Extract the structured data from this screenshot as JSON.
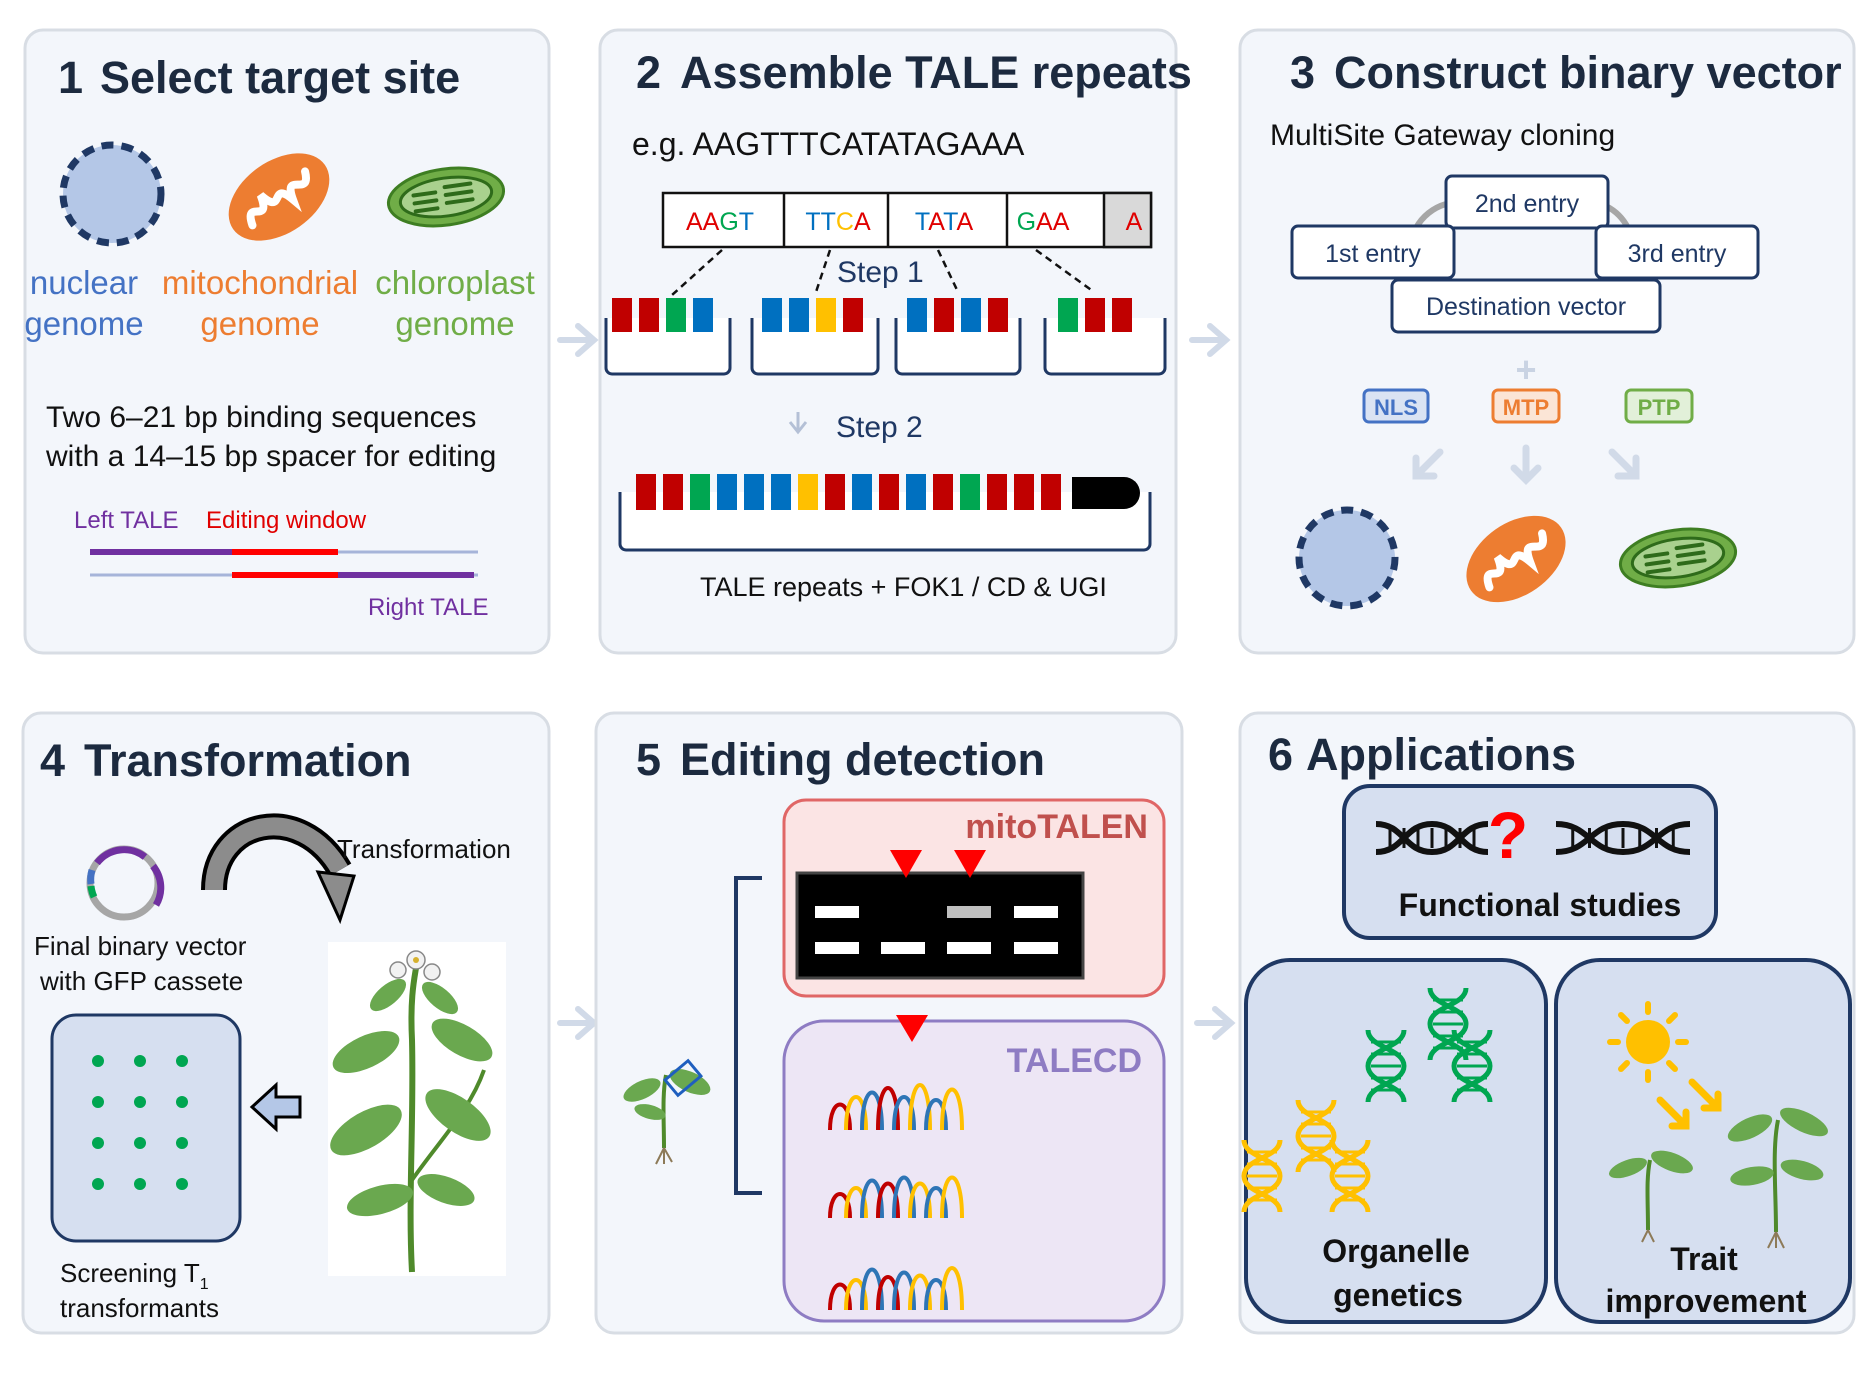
{
  "colors": {
    "panel_fill": "#f3f6fb",
    "panel_stroke": "#d8dde4",
    "dark_blue": "#1f3864",
    "nuclear": "#4472c4",
    "mito": "#ed7d31",
    "chloro": "#70ad47",
    "purple": "#7030a0",
    "red": "#e00000",
    "rep_red": "#c00000",
    "rep_green": "#00a651",
    "rep_blue": "#0070c0",
    "rep_yellow": "#ffc000"
  },
  "panel1": {
    "number": "1",
    "title": "Select target site",
    "genome_labels": [
      {
        "top": "nuclear",
        "bottom": "genome"
      },
      {
        "top": "mitochondrial",
        "bottom": "genome"
      },
      {
        "top": "chloroplast",
        "bottom": "genome"
      }
    ],
    "description_line1": "Two 6–21 bp binding sequences",
    "description_line2": "with a 14–15 bp spacer for editing",
    "left_tale": "Left TALE",
    "editing_window": "Editing window",
    "right_tale": "Right TALE"
  },
  "panel2": {
    "number": "2",
    "title": "Assemble TALE repeats",
    "example": "e.g. AAGTTTCATATAGAAA",
    "seq_boxes": [
      {
        "letters": [
          {
            "c": "A",
            "col": "#e00000"
          },
          {
            "c": "A",
            "col": "#e00000"
          },
          {
            "c": "G",
            "col": "#00a651"
          },
          {
            "c": "T",
            "col": "#0070c0"
          }
        ]
      },
      {
        "letters": [
          {
            "c": "T",
            "col": "#0070c0"
          },
          {
            "c": "T",
            "col": "#0070c0"
          },
          {
            "c": "C",
            "col": "#ffc000"
          },
          {
            "c": "A",
            "col": "#e00000"
          }
        ]
      },
      {
        "letters": [
          {
            "c": "T",
            "col": "#0070c0"
          },
          {
            "c": "A",
            "col": "#e00000"
          },
          {
            "c": "T",
            "col": "#0070c0"
          },
          {
            "c": "A",
            "col": "#e00000"
          }
        ]
      },
      {
        "letters": [
          {
            "c": "G",
            "col": "#00a651"
          },
          {
            "c": "A",
            "col": "#e00000"
          },
          {
            "c": "A",
            "col": "#e00000"
          }
        ]
      },
      {
        "letters": [
          {
            "c": "A",
            "col": "#e00000"
          }
        ]
      }
    ],
    "step1": "Step 1",
    "step2": "Step 2",
    "caption": "TALE repeats + FOK1 / CD & UGI"
  },
  "panel3": {
    "number": "3",
    "title": "Construct binary vector",
    "subtitle": "MultiSite Gateway cloning",
    "entry1": "1st entry",
    "entry2": "2nd entry",
    "entry3": "3rd entry",
    "destination": "Destination vector",
    "plus": "+",
    "tags": [
      "NLS",
      "MTP",
      "PTP"
    ]
  },
  "panel4": {
    "number": "4",
    "title": "Transformation",
    "transformation_label": "Transformation",
    "vector_line1": "Final binary vector",
    "vector_line2": "with GFP cassete",
    "screen_line1": "Screening T",
    "screen_sub": "1",
    "screen_line2": "transformants"
  },
  "panel5": {
    "number": "5",
    "title": "Editing detection",
    "mito_label": "mitoTALEN",
    "cd_label": "TALECD"
  },
  "panel6": {
    "number": "6",
    "title": "Applications",
    "question_mark": "?",
    "functional": "Functional studies",
    "organelle_line1": "Organelle",
    "organelle_line2": "genetics",
    "trait_line1": "Trait",
    "trait_line2": "improvement"
  }
}
